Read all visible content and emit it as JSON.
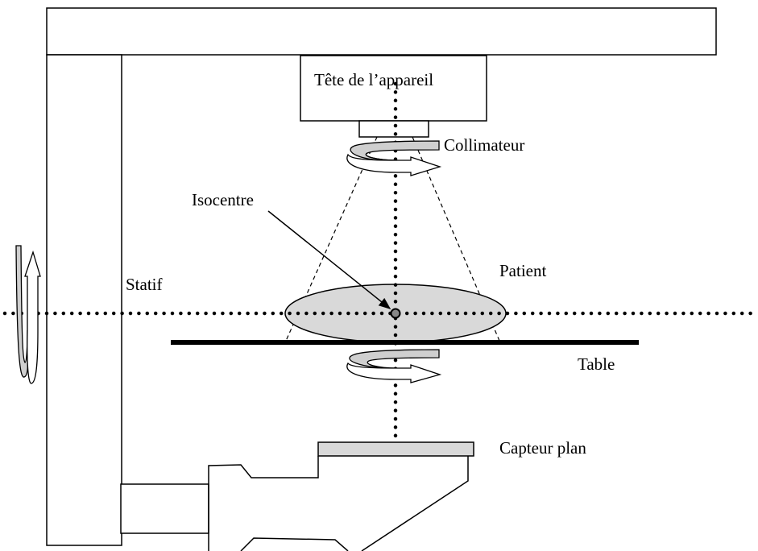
{
  "labels": {
    "head": "Tête de l’appareil",
    "collimator": "Collimateur",
    "isocenter": "Isocentre",
    "patient": "Patient",
    "stand": "Statif",
    "table": "Table",
    "detector": "Capteur plan"
  },
  "colors": {
    "stroke": "#000000",
    "fill_gray": "#d9d9d9",
    "background": "#ffffff"
  },
  "icons": {
    "rotation_arrows": "rotation-arrow-icon"
  }
}
